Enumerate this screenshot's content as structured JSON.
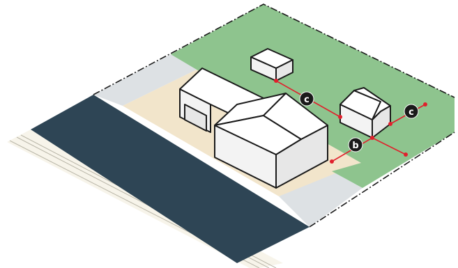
{
  "colors": {
    "street": "#2e4555",
    "rear_yard": "#8ec48e",
    "front_yard": "#f2e5cb",
    "side_yard": "#dde1e4",
    "sidewalk": "#f7f4ea",
    "building_top": "#ffffff",
    "building_side": "#e7e7e7",
    "building_front": "#f3f3f3",
    "outline": "#1a1a1a",
    "dimension_line": "#e0202c",
    "marker_fill": "#1a1a1a"
  },
  "markers": [
    {
      "name": "marker-c-left",
      "label": "c"
    },
    {
      "name": "marker-b",
      "label": "b"
    },
    {
      "name": "marker-c-right",
      "label": "c"
    }
  ]
}
